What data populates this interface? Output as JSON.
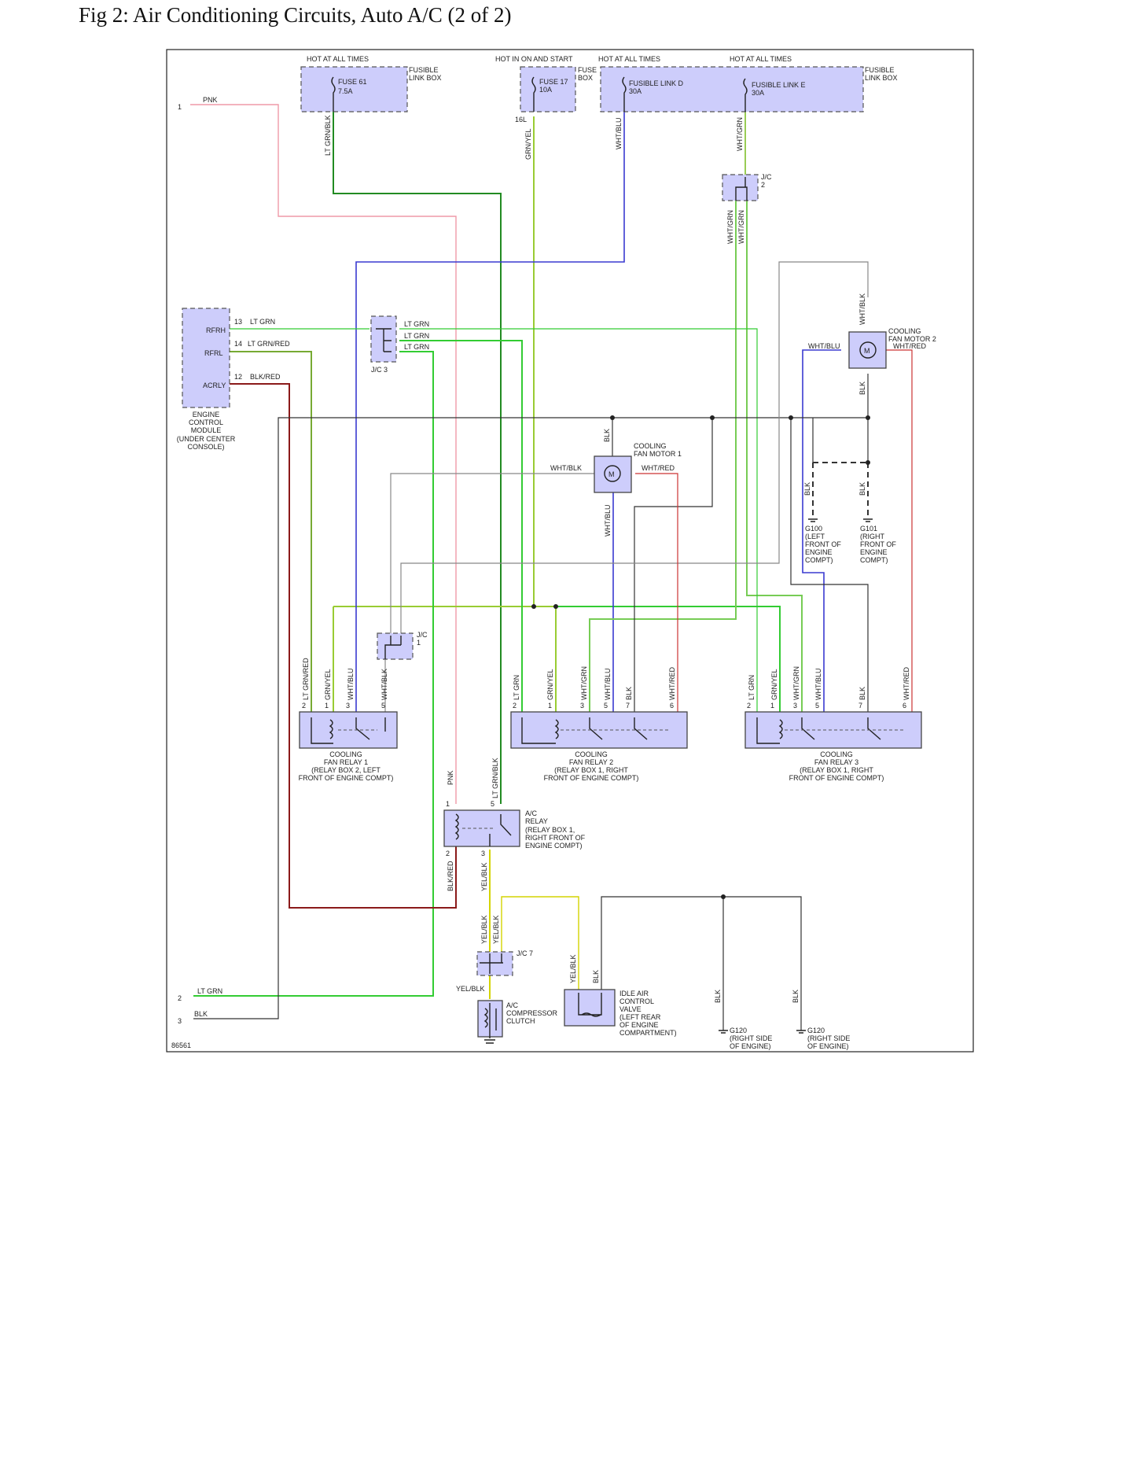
{
  "title": "Fig 2: Air Conditioning Circuits, Auto A/C (2 of 2)",
  "figure_id": "86561",
  "colors": {
    "ltgrn": "#33cc33",
    "grn": "#228b22",
    "grnyel": "#99cc33",
    "yel": "#d4d400",
    "pnk": "#ef9aa8",
    "blu": "#3a3ad0",
    "red": "#cc3333",
    "dkred": "#8b1a1a",
    "gry": "#888888",
    "blk": "#333333",
    "box": "#cdcdfb"
  },
  "header": {
    "hot1": "HOT AT ALL TIMES",
    "hot2": "HOT IN ON AND START",
    "hot3": "HOT AT ALL TIMES",
    "hot4": "HOT AT ALL TIMES"
  },
  "fuses": {
    "fusible_link_box_1": [
      "FUSIBLE",
      "LINK BOX"
    ],
    "fuse61": [
      "FUSE 61",
      "7.5A"
    ],
    "fuse17": [
      "FUSE 17",
      "10A"
    ],
    "fuse_box": [
      "FUSE",
      "BOX"
    ],
    "link_d": [
      "FUSIBLE LINK D",
      "30A"
    ],
    "link_e": [
      "FUSIBLE LINK E",
      "30A"
    ],
    "fusible_link_box_2": [
      "FUSIBLE",
      "LINK BOX"
    ],
    "term_16l": "16L"
  },
  "left_pins": [
    {
      "num": "1",
      "wire": "PNK"
    },
    {
      "num": "2",
      "wire": "LT GRN"
    },
    {
      "num": "3",
      "wire": "BLK"
    }
  ],
  "ecm": {
    "pins": [
      {
        "label": "RFRH",
        "num": "13",
        "wire": "LT GRN"
      },
      {
        "label": "RFRL",
        "num": "14",
        "wire": "LT GRN/RED"
      },
      {
        "label": "ACRLY",
        "num": "12",
        "wire": "BLK/RED"
      }
    ],
    "name": [
      "ENGINE",
      "CONTROL",
      "MODULE",
      "(UNDER CENTER",
      "CONSOLE)"
    ]
  },
  "jc3": {
    "name": "J/C 3",
    "wires": [
      "LT GRN",
      "LT GRN",
      "LT GRN"
    ]
  },
  "jc2": [
    "J/C",
    "2"
  ],
  "jc1": [
    "J/C",
    "1"
  ],
  "jc7": "J/C 7",
  "vertical_labels": {
    "ltgrnblk_top": "LT GRN/BLK",
    "grnyel_top": "GRN/YEL",
    "whtblu_top": "WHT/BLU",
    "whtgrn_top": "WHT/GRN",
    "whtgrn_a": "WHT/GRN",
    "whtgrn_b": "WHT/GRN",
    "whtblk_m2": "WHT/BLK",
    "blk_m2": "BLK",
    "blk_m1": "BLK",
    "whtblu_m1": "WHT/BLU",
    "blk_g100": "BLK",
    "blk_g101": "BLK",
    "pnk_ac": "PNK",
    "ltgrnblk_ac": "LT GRN/BLK",
    "blkred_ac": "BLK/RED",
    "yelblk_ac": "YEL/BLK",
    "yelblk_a": "YEL/BLK",
    "yelblk_b": "YEL/BLK",
    "yelblk_iac": "YEL/BLK",
    "blk_iac": "BLK",
    "blk_g120a": "BLK",
    "blk_g120b": "BLK"
  },
  "motor2": {
    "name": [
      "COOLING",
      "FAN MOTOR 2"
    ],
    "wire_left": "WHT/BLU",
    "wire_right": "WHT/RED"
  },
  "motor1": {
    "name": [
      "COOLING",
      "FAN MOTOR 1"
    ],
    "wire_left": "WHT/BLK",
    "wire_right": "WHT/RED"
  },
  "grounds": {
    "g100": [
      "G100",
      "(LEFT",
      "FRONT OF",
      "ENGINE",
      "COMPT)"
    ],
    "g101": [
      "G101",
      "(RIGHT",
      "FRONT OF",
      "ENGINE",
      "COMPT)"
    ],
    "g120a": [
      "G120",
      "(RIGHT SIDE",
      "OF ENGINE)"
    ],
    "g120b": [
      "G120",
      "(RIGHT SIDE",
      "OF ENGINE)"
    ]
  },
  "relay1": {
    "wires": [
      "LT GRN/RED",
      "GRN/YEL",
      "WHT/BLU",
      "WHT/BLK"
    ],
    "pins": [
      "2",
      "1",
      "3",
      "5"
    ],
    "name": [
      "COOLING",
      "FAN RELAY 1",
      "(RELAY BOX 2, LEFT",
      "FRONT OF ENGINE COMPT)"
    ]
  },
  "relay2": {
    "wires": [
      "LT GRN",
      "GRN/YEL",
      "WHT/GRN",
      "WHT/BLU",
      "BLK",
      "WHT/RED"
    ],
    "pins": [
      "2",
      "1",
      "3",
      "5",
      "7",
      "6"
    ],
    "name": [
      "COOLING",
      "FAN RELAY 2",
      "(RELAY BOX 1, RIGHT",
      "FRONT OF ENGINE COMPT)"
    ]
  },
  "relay3": {
    "wires": [
      "LT GRN",
      "GRN/YEL",
      "WHT/GRN",
      "WHT/BLU",
      "BLK",
      "WHT/RED"
    ],
    "pins": [
      "2",
      "1",
      "3",
      "5",
      "7",
      "6"
    ],
    "name": [
      "COOLING",
      "FAN RELAY 3",
      "(RELAY BOX 1, RIGHT",
      "FRONT OF ENGINE COMPT)"
    ]
  },
  "ac_relay": {
    "pins": [
      "1",
      "5",
      "2",
      "3"
    ],
    "name": [
      "A/C",
      "RELAY",
      "(RELAY BOX 1,",
      "RIGHT FRONT OF",
      "ENGINE COMPT)"
    ]
  },
  "clutch": {
    "wire": "YEL/BLK",
    "name": [
      "A/C",
      "COMPRESSOR",
      "CLUTCH"
    ]
  },
  "iac": {
    "name": [
      "IDLE AIR",
      "CONTROL",
      "VALVE",
      "(LEFT REAR",
      "OF ENGINE",
      "COMPARTMENT)"
    ]
  }
}
